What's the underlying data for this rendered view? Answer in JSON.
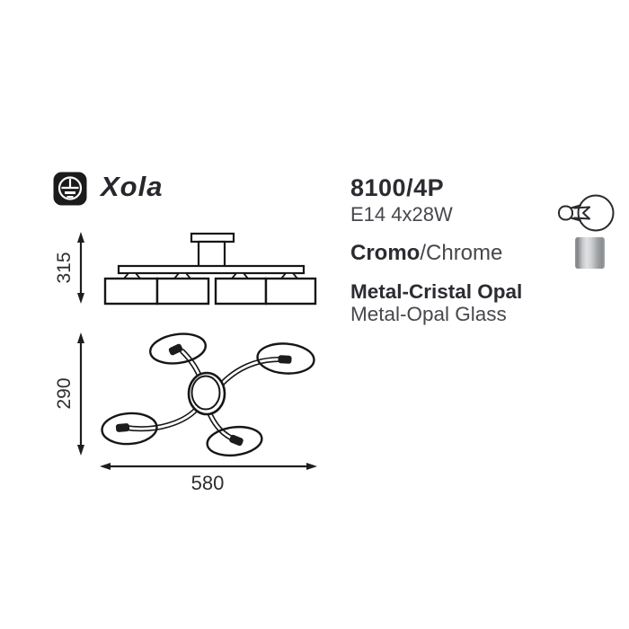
{
  "header": {
    "brand": "Xola",
    "logo_icon": "earth-ground-class-icon"
  },
  "specs": {
    "model": "8100/4P",
    "lamp": "E14 4x28W",
    "finish": {
      "primary": "Cromo",
      "secondary": "/Chrome"
    },
    "material": {
      "primary": "Metal-Cristal Opal",
      "secondary": "Metal-Opal Glass"
    }
  },
  "legend": {
    "bulb_icon": "light-bulb-icon",
    "swatch_icon": "chrome-finish-swatch",
    "swatch_colors": [
      "#7f8285",
      "#e0e1e2",
      "#8b8e91"
    ]
  },
  "diagram": {
    "dim_height": "315",
    "dim_depth": "290",
    "dim_width": "580"
  },
  "colors": {
    "ink": "#161616",
    "text_bold": "#2b2b31",
    "text_regular": "#47474c"
  }
}
